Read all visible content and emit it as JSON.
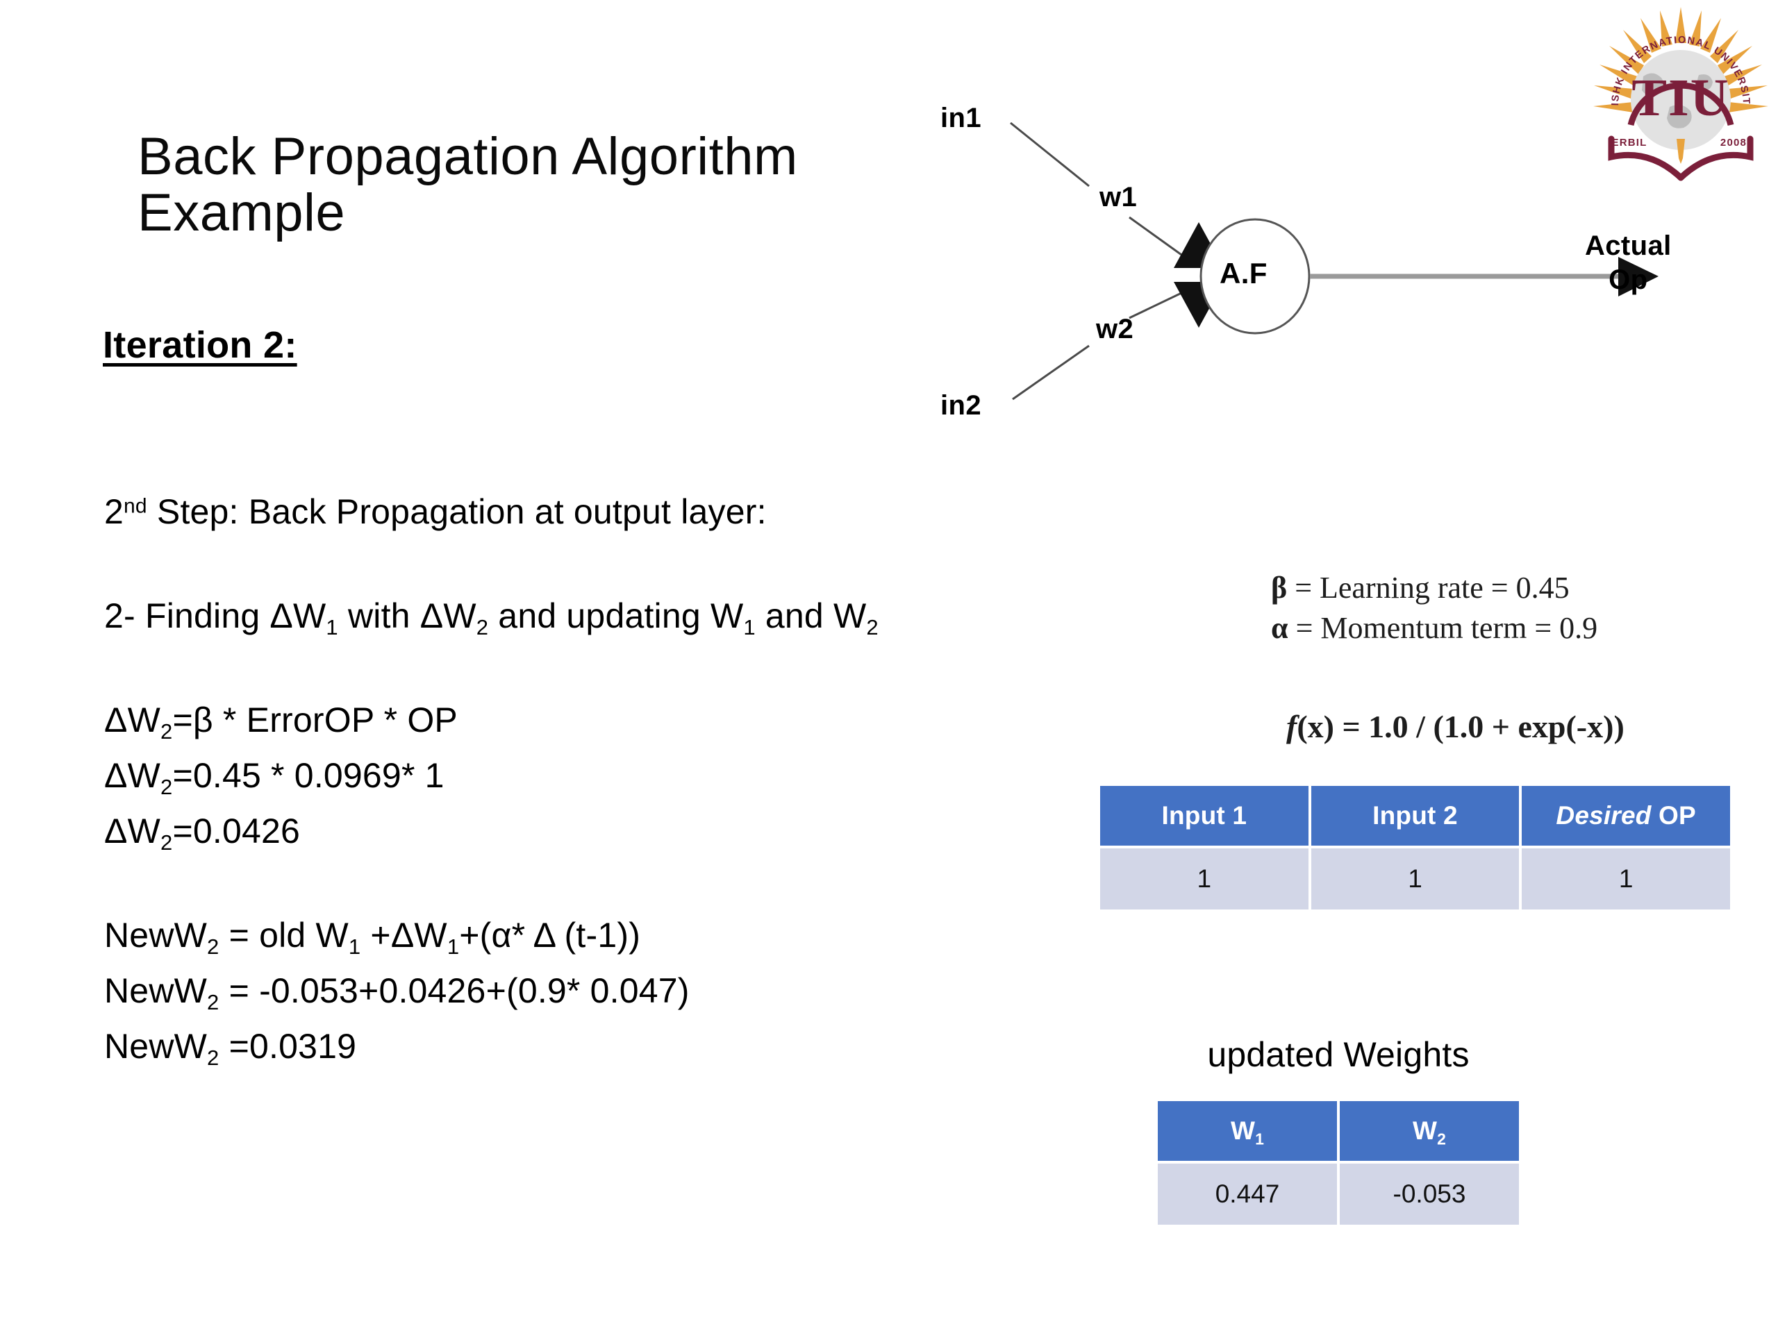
{
  "slide": {
    "title": "Back Propagation  Algorithm Example",
    "iteration_heading": "Iteration 2:"
  },
  "body": {
    "step_prefix": "2",
    "step_ordinal": "nd",
    "step_text": "  Step: Back Propagation at output layer:",
    "finding_line": {
      "pre": "2- Finding ΔW",
      "s1": "1",
      "mid": " with ΔW",
      "s2": "2",
      "mid2": " and updating W",
      "s3": "1",
      "mid3": " and W",
      "s4": "2"
    },
    "dw_lines": [
      {
        "label": "ΔW",
        "sub": "2",
        "rest": "=β * ErrorOP * OP"
      },
      {
        "label": "ΔW",
        "sub": "2",
        "rest": "=0.45 * 0.0969* 1"
      },
      {
        "label": "ΔW",
        "sub": "2",
        "rest": "=0.0426"
      }
    ],
    "neww_lines": [
      {
        "label": "NewW",
        "sub": "2",
        "rest_a": " = old W",
        "sub_b": "1",
        "rest_b": " +ΔW",
        "sub_c": "1",
        "rest_c": "+(α* Δ (t-1))"
      },
      {
        "label": "NewW",
        "sub": "2",
        "rest": " = -0.053+0.0426+(0.9* 0.047)"
      },
      {
        "label": "NewW",
        "sub": "2",
        "rest": " =0.0319"
      }
    ]
  },
  "diagram": {
    "input_1": "in1",
    "input_2": "in2",
    "weight_1": "w1",
    "weight_2": "w2",
    "node": "A.F",
    "output_line1": "Actual",
    "output_line2": "Op"
  },
  "formulas": {
    "beta_line": "β = Learning rate = 0.45",
    "beta_symbol": "β",
    "beta_text": "= Learning rate = 0.45",
    "alpha_symbol": "α",
    "alpha_text": "= Momentum term = 0.9",
    "activation": "(x) = 1.0 / (1.0 + exp(-x))",
    "activation_f": "f"
  },
  "io_table": {
    "headers": [
      "Input 1",
      "Input 2",
      "Desired OP"
    ],
    "header_desired_italic": "Desired",
    "header_desired_rest": " OP",
    "rows": [
      [
        "1",
        "1",
        "1"
      ]
    ]
  },
  "weights_table": {
    "caption": "updated Weights",
    "headers": [
      "W",
      "W"
    ],
    "header_subs": [
      "1",
      "2"
    ],
    "rows": [
      [
        "0.447",
        "-0.053"
      ]
    ]
  },
  "logo": {
    "acronym": "TIU",
    "ring_text": "TISHK INTERNATIONAL UNIVERSITY",
    "city": "ERBIL",
    "year": "2008",
    "gold": "#E8A33D",
    "maroon": "#7B1F3A"
  },
  "theme": {
    "header_blue": "#4472C4",
    "row_lavender": "#D2D6E7",
    "text_black": "#000000",
    "background": "#FFFFFF"
  }
}
